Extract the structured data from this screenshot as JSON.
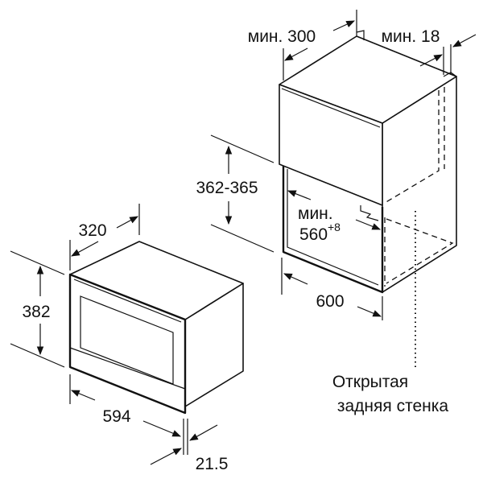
{
  "appliance": {
    "depth_label": "320",
    "height_label": "382",
    "width_label": "594",
    "front_panel_label": "21.5"
  },
  "cabinet": {
    "min_depth_label": "мин. 300",
    "min_wall_label": "мин. 18",
    "niche_height_label": "362-365",
    "min_width_prefix": "мин.",
    "min_width_value": "560",
    "min_width_tolerance": "+8",
    "cabinet_width_label": "600",
    "open_back_note_line1": "Открытая",
    "open_back_note_line2": "задняя стенка"
  }
}
